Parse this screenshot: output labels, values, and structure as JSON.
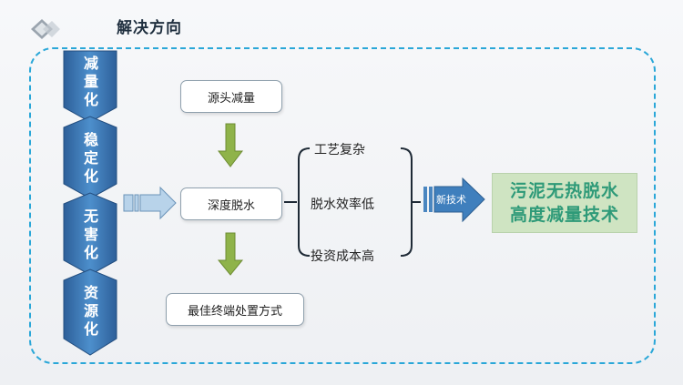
{
  "header": {
    "title": "解决方向"
  },
  "chevrons": [
    {
      "label": "减量化"
    },
    {
      "label": "稳定化"
    },
    {
      "label": "无害化"
    },
    {
      "label": "资源化"
    }
  ],
  "flow": {
    "source": "源头减量",
    "middle": "深度脱水",
    "final": "最佳终端处置方式"
  },
  "problems": [
    "工艺复杂",
    "脱水效率低",
    "投资成本高"
  ],
  "arrow_label": "新技术",
  "result": {
    "line1": "污泥无热脱水",
    "line2": "高度减量技术"
  },
  "colors": {
    "frame": "#2aa7d8",
    "chevron": "#3a78b8",
    "arrow_green": "#8fb34a",
    "result_text": "#2e9a78"
  }
}
